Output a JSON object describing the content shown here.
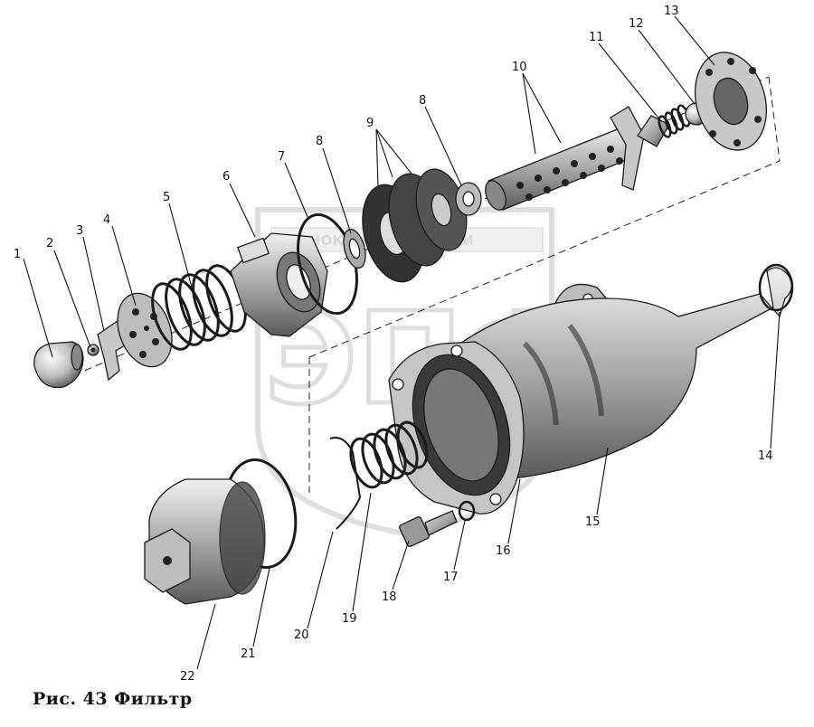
{
  "caption": "Рис. 43  Фильтр",
  "watermark": {
    "text": "ТЕХНОКОНТ · ЗАПЧАСТИ",
    "logo": "ЭПФ"
  },
  "callouts": [
    {
      "label": "1"
    },
    {
      "label": "2"
    },
    {
      "label": "3"
    },
    {
      "label": "4"
    },
    {
      "label": "5"
    },
    {
      "label": "6"
    },
    {
      "label": "7"
    },
    {
      "label": "8"
    },
    {
      "label": "9"
    },
    {
      "label": "8"
    },
    {
      "label": "10"
    },
    {
      "label": "11"
    },
    {
      "label": "12"
    },
    {
      "label": "13"
    },
    {
      "label": "14"
    },
    {
      "label": "15"
    },
    {
      "label": "16"
    },
    {
      "label": "17"
    },
    {
      "label": "18"
    },
    {
      "label": "19"
    },
    {
      "label": "20"
    },
    {
      "label": "21"
    },
    {
      "label": "22"
    }
  ],
  "colors": {
    "ink": "#1a1a1a",
    "shade": "#8a8a8a",
    "light": "#d8d8d8",
    "watermark": "#c4c4c4"
  }
}
